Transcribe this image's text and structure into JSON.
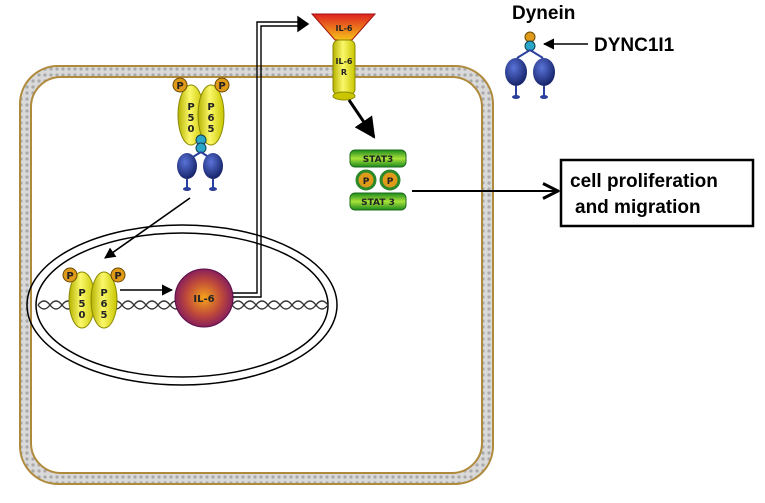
{
  "labels": {
    "dynein": "Dynein",
    "dync1i1": "DYNC1I1",
    "outcome_line1": "cell proliferation",
    "outcome_line2": "and migration",
    "il6_gene": "IL-6",
    "il6_ligand": "IL-6",
    "il6r_top": "IL-6",
    "il6r_bottom": "R",
    "stat3_top": "STAT3",
    "stat3_bottom": "STAT 3",
    "p50": "P50",
    "p65": "P65",
    "phospho": "P"
  },
  "colors": {
    "membrane": "#b08a3c",
    "membrane_fill": "#d9d9d9",
    "nfkb_yellow": "#e8e62a",
    "dynein_blue": "#2a3f9e",
    "il6_purple": "#8a1e6e",
    "il6_orange": "#f0a020",
    "stat3_green": "#3aaa3a",
    "arrow": "#000000"
  }
}
